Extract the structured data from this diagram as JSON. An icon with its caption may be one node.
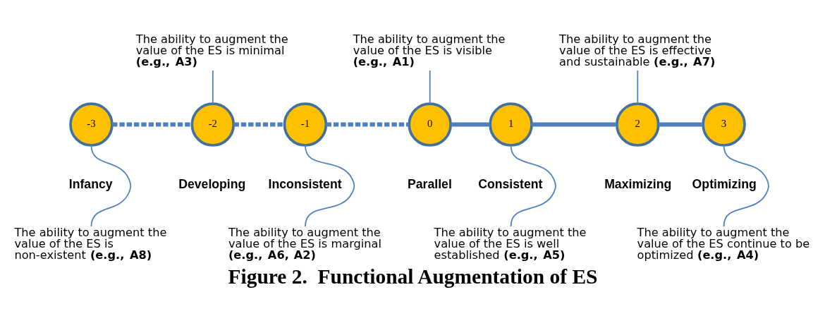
{
  "diagram": {
    "caption": "Figure 2.  Functional Augmentation of ES",
    "nodes": [
      {
        "text": [
          "-3"
        ],
        "beside": [
          "Infancy"
        ]
      },
      {
        "text": [
          "-2"
        ],
        "beside": [
          "Developing"
        ]
      },
      {
        "text": [
          "-1"
        ],
        "beside": [
          "Inconsistent"
        ]
      },
      {
        "text": [
          "0"
        ],
        "beside": [
          "Parallel"
        ]
      },
      {
        "text": [
          "1"
        ],
        "beside": [
          "Consistent"
        ]
      },
      {
        "text": [
          "2"
        ],
        "beside": [
          "Maximizing"
        ]
      },
      {
        "text": [
          "3"
        ],
        "beside": [
          "Optimizing"
        ]
      },
      {
        "text": [
          "The ability to augment the value of the ES is minimal **(e.g., A3)**"
        ]
      },
      {
        "text": [
          "The ability to augment the value of the ES is visible **(e.g., A1)**"
        ]
      },
      {
        "text": [
          "The ability to augment the value of the ES is effective and sustainable **(e.g., A7)**"
        ]
      },
      {
        "text": [
          "The ability to augment the value of the ES is non-existent **(e.g., A8)**"
        ]
      },
      {
        "text": [
          "The ability to augment the value of the ES is marginal **(e.g., A6, A2)**"
        ]
      },
      {
        "text": [
          "The ability to augment the value of the ES is well established **(e.g., A5)**"
        ]
      },
      {
        "text": [
          "The ability to augment the value of the ES continue to be optimized **(e.g., A4)**"
        ]
      }
    ],
    "edges": [
      {
        "from": 0,
        "to": 1,
        "arrow": "none",
        "style": "dashed"
      },
      {
        "from": 1,
        "to": 2,
        "arrow": "none",
        "style": "dashed"
      },
      {
        "from": 2,
        "to": 3,
        "arrow": "none",
        "style": "dashed"
      },
      {
        "from": 3,
        "to": 4,
        "arrow": "none",
        "style": "thick"
      },
      {
        "from": 4,
        "to": 5,
        "arrow": "none",
        "style": "thick"
      },
      {
        "from": 5,
        "to": 6,
        "arrow": "none",
        "style": "thick"
      },
      {
        "from": 7,
        "to": 1,
        "arrow": "none"
      },
      {
        "from": 8,
        "to": 3,
        "arrow": "none"
      },
      {
        "from": 9,
        "to": 5,
        "arrow": "none"
      },
      {
        "from": 10,
        "to": 0,
        "arrow": "none"
      },
      {
        "from": 11,
        "to": 2,
        "arrow": "none"
      },
      {
        "from": 12,
        "to": 4,
        "arrow": "none"
      },
      {
        "from": 13,
        "to": 6,
        "arrow": "none"
      }
    ]
  }
}
